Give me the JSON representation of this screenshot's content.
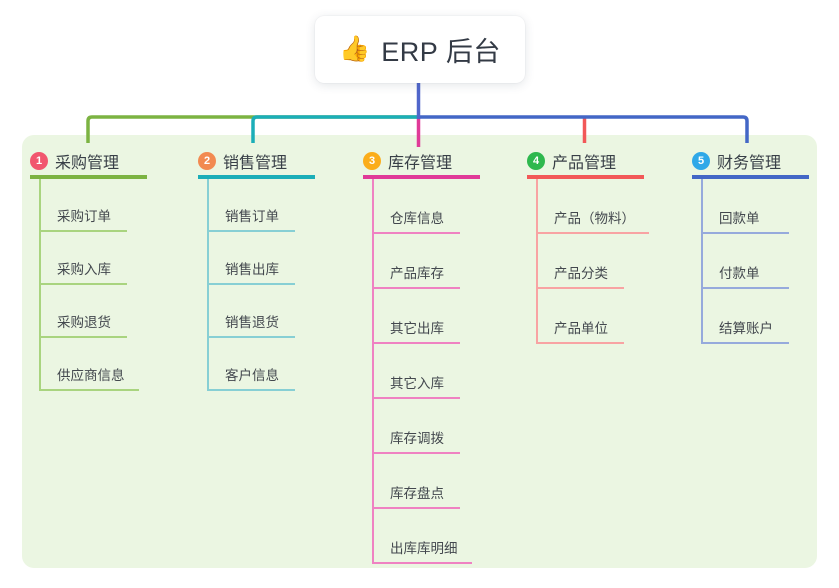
{
  "root": {
    "icon": "👍",
    "title": "ERP 后台"
  },
  "colors": {
    "panel_bg": "#EBF6E2",
    "root_line": "#5066CB",
    "branch_lines": [
      "#7CB342",
      "#1BAEB8",
      "#E03A98",
      "#F25858",
      "#4367C6"
    ],
    "branch_sub_lines": [
      "#A9D47F",
      "#87CFD4",
      "#EF82C2",
      "#F8A3A3",
      "#96AADC"
    ],
    "badge_colors": [
      "#F1566E",
      "#F28A51",
      "#FBAD1A",
      "#2EB84E",
      "#2FA8E8"
    ]
  },
  "branches": [
    {
      "num": "1",
      "label": "采购管理",
      "items": [
        "采购订单",
        "采购入库",
        "采购退货",
        "供应商信息"
      ]
    },
    {
      "num": "2",
      "label": "销售管理",
      "items": [
        "销售订单",
        "销售出库",
        "销售退货",
        "客户信息"
      ]
    },
    {
      "num": "3",
      "label": "库存管理",
      "items": [
        "仓库信息",
        "产品库存",
        "其它出库",
        "其它入库",
        "库存调拨",
        "库存盘点",
        "出库库明细"
      ]
    },
    {
      "num": "4",
      "label": "产品管理",
      "items": [
        "产品（物料）",
        "产品分类",
        "产品单位"
      ]
    },
    {
      "num": "5",
      "label": "财务管理",
      "items": [
        "回款单",
        "付款单",
        "结算账户"
      ]
    }
  ]
}
